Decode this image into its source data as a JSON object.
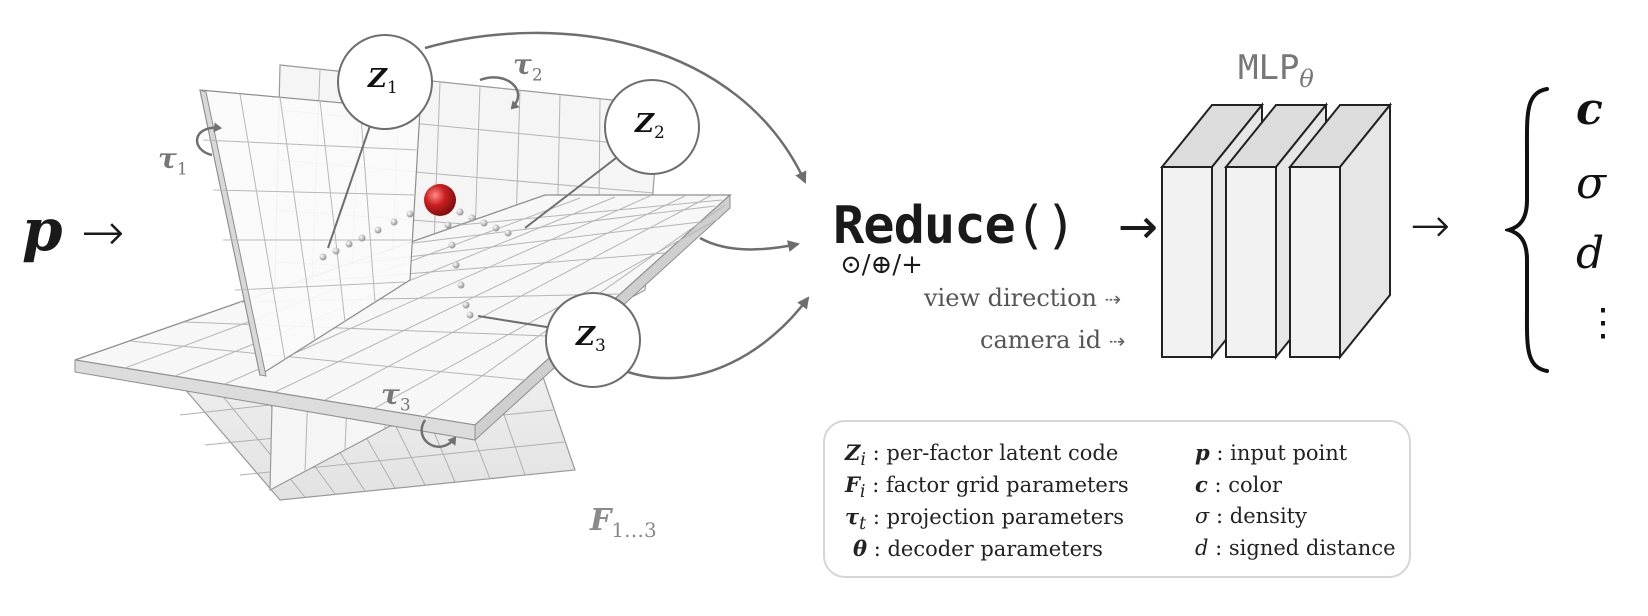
{
  "input": {
    "symbol": "p",
    "arrow": "→"
  },
  "grids": {
    "label_symbol": "F",
    "label_subscript": "1…3",
    "latent_codes": [
      {
        "symbol": "Z",
        "subscript": "1"
      },
      {
        "symbol": "Z",
        "subscript": "2"
      },
      {
        "symbol": "Z",
        "subscript": "3"
      }
    ],
    "projections": [
      {
        "symbol": "τ",
        "subscript": "1"
      },
      {
        "symbol": "τ",
        "subscript": "2"
      },
      {
        "symbol": "τ",
        "subscript": "3"
      }
    ]
  },
  "reduce": {
    "name": "Reduce",
    "parens": "()",
    "operators": "⊙/⊕/+",
    "arrow": "→"
  },
  "side_inputs": [
    {
      "label": "view direction",
      "arrow": "⇢"
    },
    {
      "label": "camera id",
      "arrow": "⇢"
    }
  ],
  "mlp": {
    "label": "MLP",
    "subscript": "θ",
    "arrow": "→"
  },
  "outputs": [
    "c",
    "σ",
    "d",
    "⋮"
  ],
  "legend": {
    "left": [
      {
        "symbol": "Z",
        "subscript": "i",
        "text": ": per-factor latent code"
      },
      {
        "symbol": "F",
        "subscript": "i",
        "text": ": factor grid parameters"
      },
      {
        "symbol": "τ",
        "subscript": "t",
        "text": ": projection parameters"
      },
      {
        "symbol": "θ",
        "subscript": "",
        "text": ": decoder parameters"
      }
    ],
    "right": [
      {
        "symbol": "p",
        "text": ": input point"
      },
      {
        "symbol": "c",
        "text": ": color"
      },
      {
        "symbol": "σ",
        "text": ": density"
      },
      {
        "symbol": "d",
        "text": ": signed distance"
      }
    ]
  },
  "colors": {
    "grid_fill": "#f3f3f3",
    "grid_line": "#9a9a9a",
    "point_red": "#cc1f1f",
    "arrow_gray": "#6e6e6e",
    "mlp_front": "#f2f2f2",
    "mlp_top": "#dcdcdc",
    "mlp_side": "#e6e6e6"
  }
}
